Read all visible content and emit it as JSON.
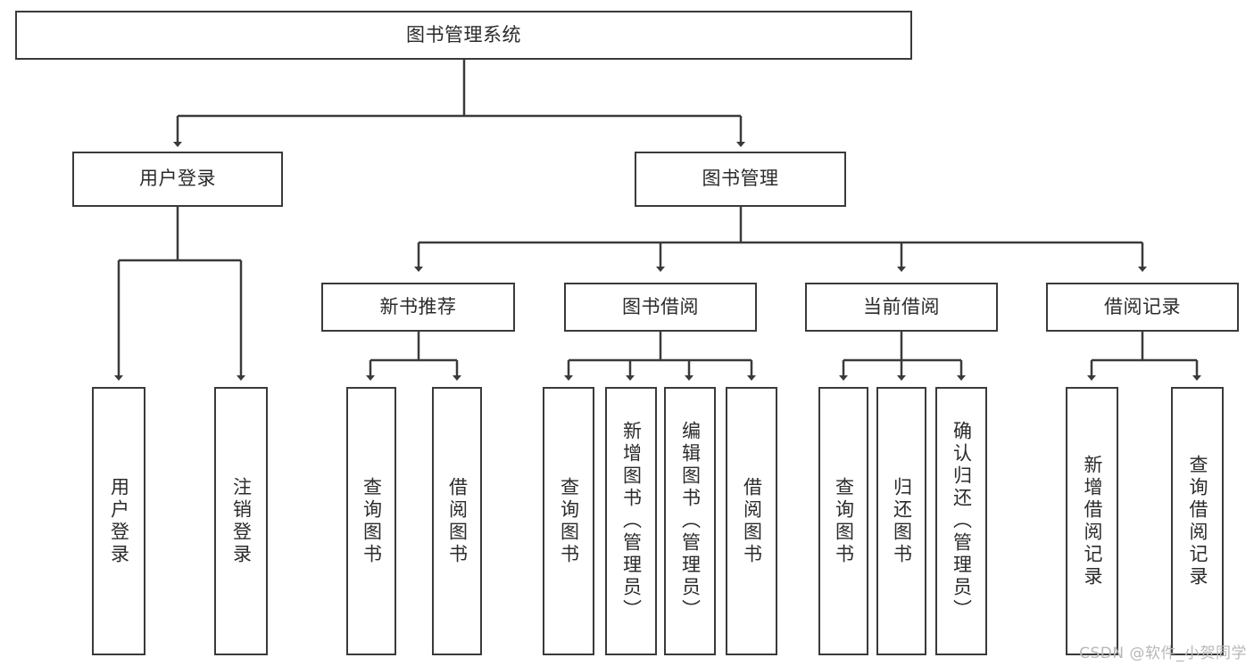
{
  "diagram": {
    "title": "图书管理系统",
    "type": "hierarchy-tree",
    "orientation": "top-down",
    "colors": {
      "stroke": "#3a3a3a",
      "fill": "#ffffff",
      "text": "#2b2b2b",
      "watermark": "#b8b8b8"
    },
    "root": {
      "label": "图书管理系统"
    },
    "level2": [
      {
        "label": "用户登录"
      },
      {
        "label": "图书管理"
      }
    ],
    "level3": [
      {
        "label": "新书推荐"
      },
      {
        "label": "图书借阅"
      },
      {
        "label": "当前借阅"
      },
      {
        "label": "借阅记录"
      }
    ],
    "leaves": {
      "user_login": [
        {
          "label": "用户登录"
        },
        {
          "label": "注销登录"
        }
      ],
      "new_book_recommend": [
        {
          "label": "查询图书"
        },
        {
          "label": "借阅图书"
        }
      ],
      "book_borrow": [
        {
          "label": "查询图书"
        },
        {
          "label": "新增图书（管理员）"
        },
        {
          "label": "编辑图书（管理员）"
        },
        {
          "label": "借阅图书"
        }
      ],
      "current_borrow": [
        {
          "label": "查询图书"
        },
        {
          "label": "归还图书"
        },
        {
          "label": "确认归还（管理员）"
        }
      ],
      "borrow_record": [
        {
          "label": "新增借阅记录"
        },
        {
          "label": "查询借阅记录"
        }
      ]
    }
  },
  "watermark": {
    "text": "CSDN @软件_小贺同学"
  }
}
